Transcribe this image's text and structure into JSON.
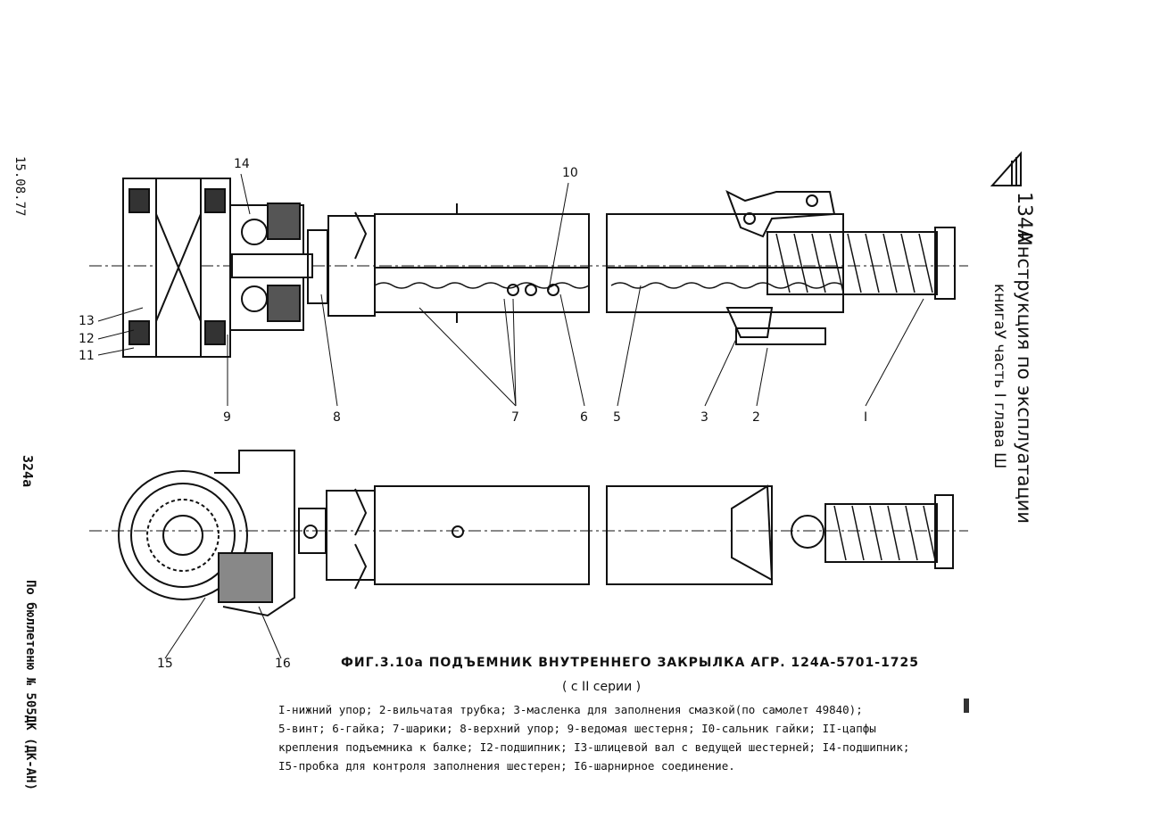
{
  "header": {
    "book_code": "134А",
    "title": "Инструкция по эксплуатации",
    "subtitle": "книгаУ часть I глава Ш"
  },
  "margin": {
    "date": "15.08.77",
    "page": "324а",
    "bulletin": "По бюллетеню № 505ДК (ДК-АН)"
  },
  "callouts_top": [
    "14",
    "10",
    "13",
    "12",
    "11",
    "9",
    "8",
    "7",
    "6",
    "5",
    "3",
    "2",
    "I"
  ],
  "callouts_bottom": [
    "15",
    "16"
  ],
  "caption": {
    "title": "ФИГ.3.10а ПОДЪЕМНИК ВНУТРЕННЕГО ЗАКРЫЛКА АГР. 124А-5701-1725",
    "series": "( с II серии )"
  },
  "legend_lines": [
    "I-нижний упор; 2-вильчатая трубка; 3-масленка для заполнения смазкой(по самолет 49840);",
    "5-винт; 6-гайка; 7-шарики; 8-верхний упор; 9-ведомая шестерня; I0-сальник гайки; II-цапфы",
    "крепления подъемника к балке; I2-подшипник; I3-шлицевой вал с ведущей шестерней; I4-подшипник;",
    "I5-пробка для контроля заполнения шестерен; I6-шарнирное соединение."
  ],
  "colors": {
    "ink": "#111111",
    "paper": "#ffffff"
  }
}
